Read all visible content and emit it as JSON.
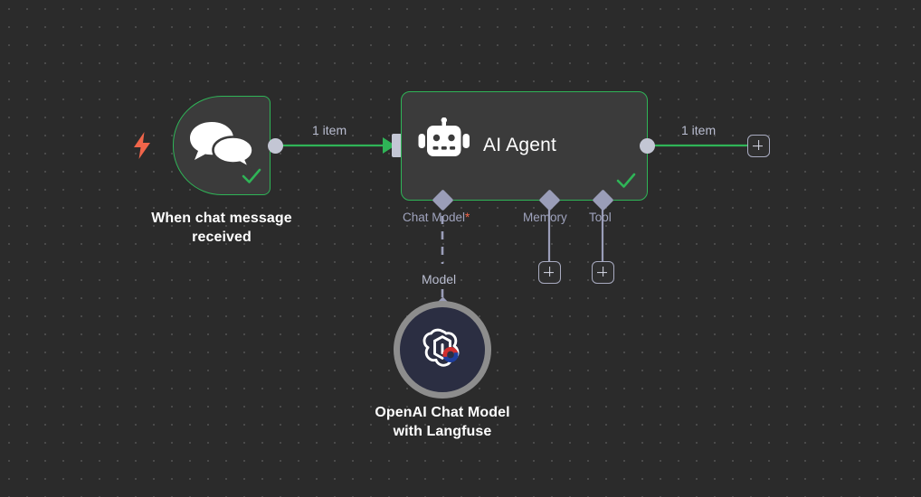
{
  "canvas": {
    "background_color": "#2b2b2b",
    "grid_dot_color": "#4a4a4a",
    "accent_green": "#2fb457",
    "accent_orange": "#f0654a",
    "connector_gray": "#c3c6d4",
    "label_gray": "#9fa3bd"
  },
  "nodes": {
    "trigger": {
      "title": "When chat message\nreceived",
      "icon": "chat-bubbles-icon",
      "trigger_icon": "lightning-bolt-icon",
      "status": "success",
      "status_icon": "check-icon"
    },
    "agent": {
      "title": "AI Agent",
      "icon": "robot-icon",
      "status": "success",
      "status_icon": "check-icon",
      "ports": [
        {
          "name": "Chat Model",
          "required": true,
          "required_marker": "*"
        },
        {
          "name": "Memory",
          "required": false,
          "required_marker": ""
        },
        {
          "name": "Tool",
          "required": false,
          "required_marker": ""
        }
      ]
    },
    "model": {
      "title": "OpenAI Chat Model\nwith Langfuse",
      "icon": "openai-langfuse-icon"
    }
  },
  "edges": {
    "trigger_to_agent_label": "1 item",
    "agent_to_next_label": "1 item",
    "model_edge_label": "Model"
  },
  "buttons": {
    "add_after_agent": "+",
    "add_memory": "+",
    "add_tool": "+"
  }
}
